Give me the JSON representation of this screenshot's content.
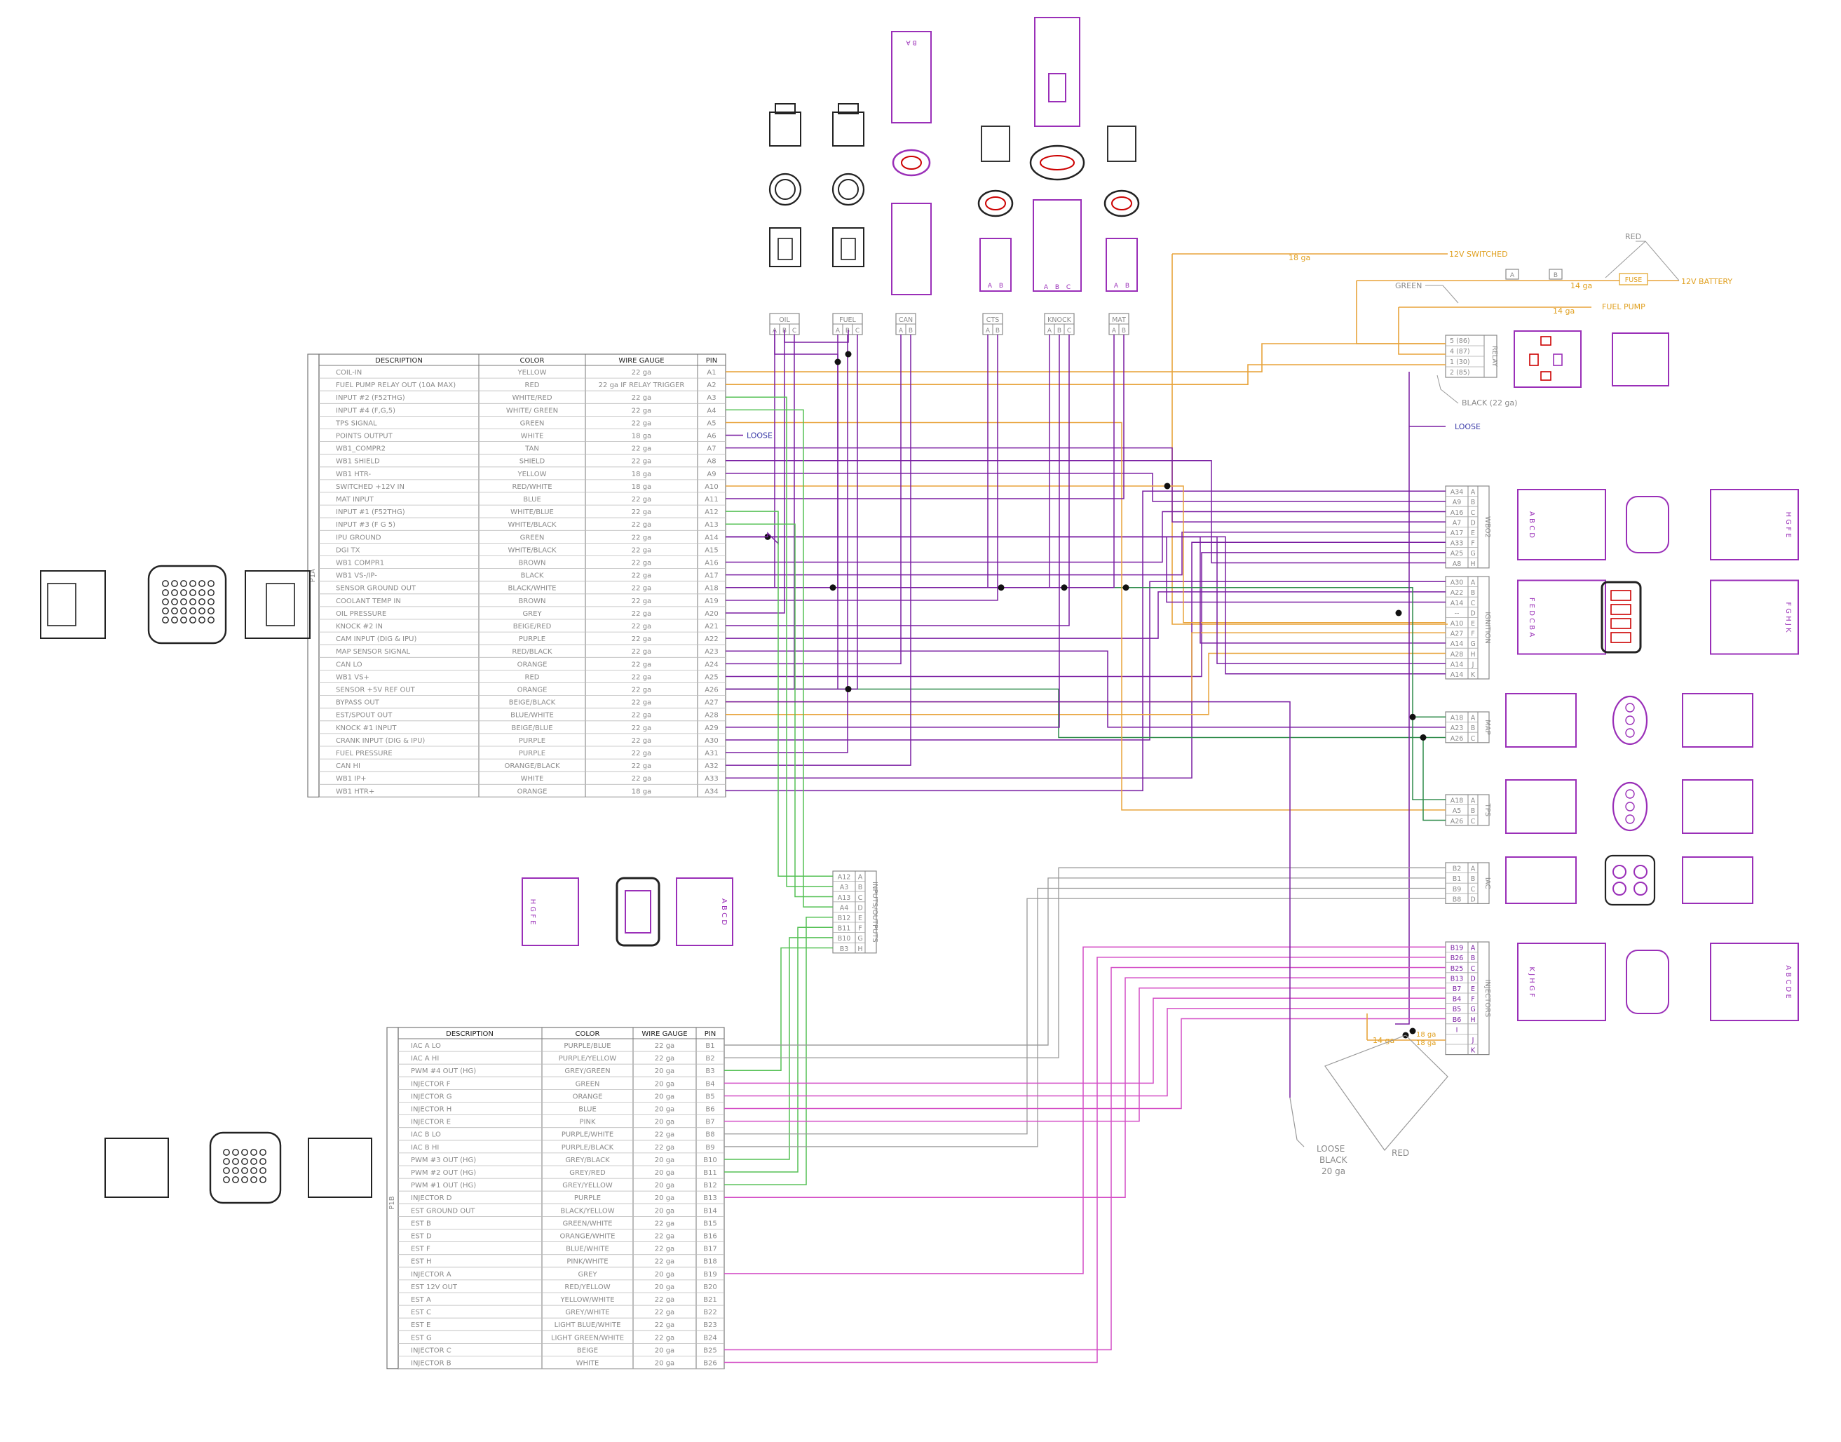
{
  "colors": {
    "line": "#888888",
    "purple": "#7a1fa2",
    "connector": "#9a2fb8",
    "yellow": "#e8a33a",
    "green": "#55c155",
    "dkgreen": "#2e8b4a",
    "pink": "#d44fc6",
    "orange_label": "#e0a020",
    "blue_label": "#3b3ba8",
    "gray_text": "#8a8a8a"
  },
  "p1a": {
    "side_label": "P1A",
    "headers": [
      "DESCRIPTION",
      "COLOR",
      "WIRE GAUGE",
      "PIN"
    ],
    "rows": [
      [
        "COIL-IN",
        "YELLOW",
        "22 ga",
        "A1"
      ],
      [
        "FUEL PUMP RELAY OUT (10A MAX)",
        "RED",
        "22 ga IF RELAY TRIGGER",
        "A2"
      ],
      [
        "INPUT #2 (F52THG)",
        "WHITE/RED",
        "22 ga",
        "A3"
      ],
      [
        "INPUT #4 (F,G,5)",
        "WHITE/ GREEN",
        "22 ga",
        "A4"
      ],
      [
        "TPS SIGNAL",
        "GREEN",
        "22 ga",
        "A5"
      ],
      [
        "POINTS OUTPUT",
        "WHITE",
        "18 ga",
        "A6"
      ],
      [
        "WB1_COMPR2",
        "TAN",
        "22 ga",
        "A7"
      ],
      [
        "WB1 SHIELD",
        "SHIELD",
        "22 ga",
        "A8"
      ],
      [
        "WB1 HTR-",
        "YELLOW",
        "18 ga",
        "A9"
      ],
      [
        "SWITCHED +12V IN",
        "RED/WHITE",
        "18 ga",
        "A10"
      ],
      [
        "MAT INPUT",
        "BLUE",
        "22 ga",
        "A11"
      ],
      [
        "INPUT #1 (F52THG)",
        "WHITE/BLUE",
        "22 ga",
        "A12"
      ],
      [
        "INPUT #3 (F G 5)",
        "WHITE/BLACK",
        "22 ga",
        "A13"
      ],
      [
        "IPU GROUND",
        "GREEN",
        "22 ga",
        "A14"
      ],
      [
        "DGI TX",
        "WHITE/BLACK",
        "22 ga",
        "A15"
      ],
      [
        "WB1 COMPR1",
        "BROWN",
        "22 ga",
        "A16"
      ],
      [
        "WB1 VS-/IP-",
        "BLACK",
        "22 ga",
        "A17"
      ],
      [
        "SENSOR GROUND OUT",
        "BLACK/WHITE",
        "22 ga",
        "A18"
      ],
      [
        "COOLANT TEMP IN",
        "BROWN",
        "22 ga",
        "A19"
      ],
      [
        "OIL PRESSURE",
        "GREY",
        "22 ga",
        "A20"
      ],
      [
        "KNOCK #2 IN",
        "BEIGE/RED",
        "22 ga",
        "A21"
      ],
      [
        "CAM INPUT (DIG & IPU)",
        "PURPLE",
        "22 ga",
        "A22"
      ],
      [
        "MAP SENSOR SIGNAL",
        "RED/BLACK",
        "22 ga",
        "A23"
      ],
      [
        "CAN LO",
        "ORANGE",
        "22 ga",
        "A24"
      ],
      [
        "WB1 VS+",
        "RED",
        "22 ga",
        "A25"
      ],
      [
        "SENSOR +5V REF OUT",
        "ORANGE",
        "22 ga",
        "A26"
      ],
      [
        "BYPASS OUT",
        "BEIGE/BLACK",
        "22 ga",
        "A27"
      ],
      [
        "EST/SPOUT OUT",
        "BLUE/WHITE",
        "22 ga",
        "A28"
      ],
      [
        "KNOCK #1 INPUT",
        "BEIGE/BLUE",
        "22 ga",
        "A29"
      ],
      [
        "CRANK INPUT (DIG & IPU)",
        "PURPLE",
        "22 ga",
        "A30"
      ],
      [
        "FUEL PRESSURE",
        "PURPLE",
        "22 ga",
        "A31"
      ],
      [
        "CAN HI",
        "ORANGE/BLACK",
        "22 ga",
        "A32"
      ],
      [
        "WB1 IP+",
        "WHITE",
        "22 ga",
        "A33"
      ],
      [
        "WB1 HTR+",
        "ORANGE",
        "18 ga",
        "A34"
      ]
    ]
  },
  "p1b": {
    "side_label": "P1B",
    "headers": [
      "DESCRIPTION",
      "COLOR",
      "WIRE GAUGE",
      "PIN"
    ],
    "rows": [
      [
        "IAC A LO",
        "PURPLE/BLUE",
        "22 ga",
        "B1"
      ],
      [
        "IAC A HI",
        "PURPLE/YELLOW",
        "22 ga",
        "B2"
      ],
      [
        "PWM #4 OUT (HG)",
        "GREY/GREEN",
        "20 ga",
        "B3"
      ],
      [
        "INJECTOR F",
        "GREEN",
        "20 ga",
        "B4"
      ],
      [
        "INJECTOR G",
        "ORANGE",
        "20 ga",
        "B5"
      ],
      [
        "INJECTOR H",
        "BLUE",
        "20 ga",
        "B6"
      ],
      [
        "INJECTOR E",
        "PINK",
        "20 ga",
        "B7"
      ],
      [
        "IAC B LO",
        "PURPLE/WHITE",
        "22 ga",
        "B8"
      ],
      [
        "IAC B HI",
        "PURPLE/BLACK",
        "22 ga",
        "B9"
      ],
      [
        "PWM #3 OUT (HG)",
        "GREY/BLACK",
        "20 ga",
        "B10"
      ],
      [
        "PWM #2 OUT (HG)",
        "GREY/RED",
        "20 ga",
        "B11"
      ],
      [
        "PWM #1 OUT (HG)",
        "GREY/YELLOW",
        "20 ga",
        "B12"
      ],
      [
        "INJECTOR D",
        "PURPLE",
        "20 ga",
        "B13"
      ],
      [
        "EST GROUND OUT",
        "BLACK/YELLOW",
        "20 ga",
        "B14"
      ],
      [
        "EST B",
        "GREEN/WHITE",
        "22 ga",
        "B15"
      ],
      [
        "EST D",
        "ORANGE/WHITE",
        "22 ga",
        "B16"
      ],
      [
        "EST F",
        "BLUE/WHITE",
        "22 ga",
        "B17"
      ],
      [
        "EST H",
        "PINK/WHITE",
        "22 ga",
        "B18"
      ],
      [
        "INJECTOR A",
        "GREY",
        "20 ga",
        "B19"
      ],
      [
        "EST 12V OUT",
        "RED/YELLOW",
        "20 ga",
        "B20"
      ],
      [
        "EST A",
        "YELLOW/WHITE",
        "22 ga",
        "B21"
      ],
      [
        "EST C",
        "GREY/WHITE",
        "22 ga",
        "B22"
      ],
      [
        "EST E",
        "LIGHT BLUE/WHITE",
        "22 ga",
        "B23"
      ],
      [
        "EST G",
        "LIGHT GREEN/WHITE",
        "22 ga",
        "B24"
      ],
      [
        "INJECTOR C",
        "BEIGE",
        "20 ga",
        "B25"
      ],
      [
        "INJECTOR B",
        "WHITE",
        "20 ga",
        "B26"
      ]
    ]
  },
  "sensor_boxes": [
    {
      "name": "OIL",
      "pins": [
        "A",
        "B",
        "C"
      ]
    },
    {
      "name": "FUEL",
      "pins": [
        "A",
        "B",
        "C"
      ]
    },
    {
      "name": "CAN",
      "pins": [
        "A",
        "B"
      ]
    },
    {
      "name": "CTS",
      "pins": [
        "A",
        "B"
      ]
    },
    {
      "name": "KNOCK",
      "pins": [
        "A",
        "B",
        "C"
      ]
    },
    {
      "name": "MAT",
      "pins": [
        "A",
        "B"
      ]
    }
  ],
  "connector_pin_letters": {
    "can_top": "B  A",
    "cts": [
      "A",
      "B"
    ],
    "knock": [
      "A",
      "B",
      "C"
    ],
    "mat": [
      "A",
      "B"
    ]
  },
  "relay": {
    "label": "RELAY",
    "rows": [
      "5 (86)",
      "4 (87)",
      "1 (30)",
      "2 (85)"
    ],
    "pinbox_a": "A",
    "pinbox_b": "B"
  },
  "power_labels": {
    "switched_gauge": "18 ga",
    "switched": "12V SWITCHED",
    "battery_gauge": "14 ga",
    "fuse": "FUSE",
    "battery": "12V BATTERY",
    "pump_gauge": "14 ga",
    "fuel_pump": "FUEL PUMP",
    "red": "RED",
    "green": "GREEN",
    "black22": "BLACK (22 ga)",
    "loose_relay": "LOOSE",
    "loose_a6": "LOOSE"
  },
  "group_boxes": [
    {
      "label": "WBO2",
      "rows": [
        [
          "A34",
          "A"
        ],
        [
          "A9",
          "B"
        ],
        [
          "A16",
          "C"
        ],
        [
          "A7",
          "D"
        ],
        [
          "A17",
          "E"
        ],
        [
          "A33",
          "F"
        ],
        [
          "A25",
          "G"
        ],
        [
          "A8",
          "H"
        ]
      ]
    },
    {
      "label": "IGNITION",
      "rows": [
        [
          "A30",
          "A"
        ],
        [
          "A22",
          "B"
        ],
        [
          "A14",
          "C"
        ],
        [
          "--",
          "D"
        ],
        [
          "A10",
          "E"
        ],
        [
          "A27",
          "F"
        ],
        [
          "A14",
          "G"
        ],
        [
          "A28",
          "H"
        ],
        [
          "A14",
          "J"
        ],
        [
          "A14",
          "K"
        ]
      ]
    },
    {
      "label": "MAP",
      "rows": [
        [
          "A18",
          "A"
        ],
        [
          "A23",
          "B"
        ],
        [
          "A26",
          "C"
        ]
      ]
    },
    {
      "label": "TPS",
      "rows": [
        [
          "A18",
          "A"
        ],
        [
          "A5",
          "B"
        ],
        [
          "A26",
          "C"
        ]
      ]
    },
    {
      "label": "IAC",
      "rows": [
        [
          "B2",
          "A"
        ],
        [
          "B1",
          "B"
        ],
        [
          "B9",
          "C"
        ],
        [
          "B8",
          "D"
        ]
      ]
    },
    {
      "label": "INJECTORS",
      "rows": [
        [
          "B19",
          "A"
        ],
        [
          "B26",
          "B"
        ],
        [
          "B25",
          "C"
        ],
        [
          "B13",
          "D"
        ],
        [
          "B7",
          "E"
        ],
        [
          "B4",
          "F"
        ],
        [
          "B5",
          "G"
        ],
        [
          "B6",
          "H"
        ],
        [
          "I",
          ""
        ],
        [
          "",
          "J"
        ],
        [
          "",
          "K"
        ]
      ]
    },
    {
      "label": "INPUTS/OUTPUTS",
      "rows": [
        [
          "A12",
          "A"
        ],
        [
          "A3",
          "B"
        ],
        [
          "A13",
          "C"
        ],
        [
          "A4",
          "D"
        ],
        [
          "B12",
          "E"
        ],
        [
          "B11",
          "F"
        ],
        [
          "B10",
          "G"
        ],
        [
          "B3",
          "H"
        ]
      ]
    }
  ],
  "injector_gauges": {
    "left": "14 ga",
    "right_top": "18 ga",
    "right_bottom": "18 ga"
  },
  "bottom_labels": {
    "red": "RED",
    "loose": "LOOSE",
    "black": "BLACK",
    "gauge": "20 ga"
  },
  "connector_letters": {
    "wbo2_left": "A B C D",
    "wbo2_right": "H G F E",
    "ign_left": "F E D C B A",
    "ign_right": "F G H J K",
    "io_left": "H G F E",
    "io_right": "A B C D",
    "inj_left": "K J H G F",
    "inj_right": "A B C D E"
  }
}
